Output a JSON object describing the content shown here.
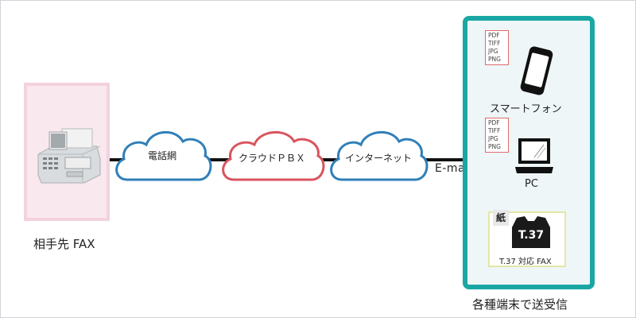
{
  "sender": {
    "caption": "相手先 FAX",
    "icon": "fax-machine-icon"
  },
  "clouds": [
    {
      "label": "電話網",
      "color": "#2f7fb8"
    },
    {
      "label": "クラウドＰＢＸ",
      "color": "#d9545e"
    },
    {
      "label": "インターネット",
      "color": "#2f7fb8"
    }
  ],
  "email_label": "E-mail",
  "receivers": {
    "caption": "各種端末で送受信",
    "accent": "#1aa7a3",
    "formats": [
      "PDF",
      "TIFF",
      "JPG",
      "PNG"
    ],
    "smartphone": {
      "label": "スマートフォン",
      "icon": "smartphone-icon"
    },
    "pc": {
      "label": "PC",
      "icon": "laptop-icon"
    },
    "paper_tag": "紙",
    "t37_fax": {
      "badge": "T.37",
      "label": "T.37 対応 FAX",
      "icon": "fax-printer-icon"
    }
  }
}
